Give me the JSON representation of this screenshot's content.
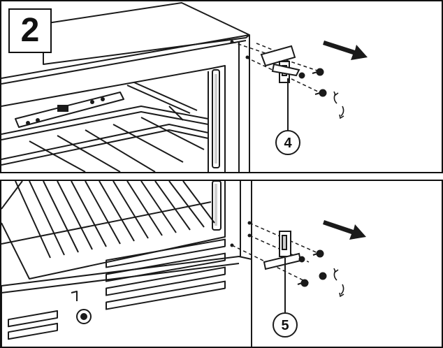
{
  "step": {
    "number": "2"
  },
  "callouts": {
    "top": {
      "label": "4"
    },
    "bottom": {
      "label": "5"
    }
  },
  "colors": {
    "line": "#1a1a1a",
    "background": "#ffffff",
    "shade": "#cfcfcf"
  },
  "icons": {
    "arrow": "arrow-right-down-icon",
    "rotate": "rotate-arrows-icon",
    "screw": "screw-icon",
    "hinge": "hinge-icon"
  }
}
